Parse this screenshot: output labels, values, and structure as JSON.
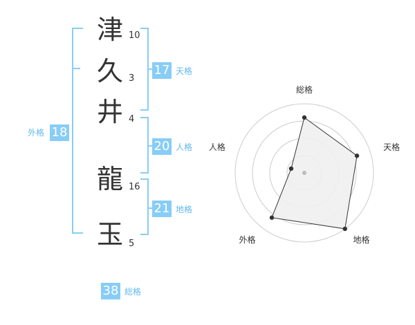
{
  "name_chars": [
    {
      "char": "津",
      "strokes": "10"
    },
    {
      "char": "久",
      "strokes": "3"
    },
    {
      "char": "井",
      "strokes": "4"
    },
    {
      "char": "龍",
      "strokes": "16"
    },
    {
      "char": "玉",
      "strokes": "5"
    }
  ],
  "kaku": {
    "tenkaku": {
      "value": "17",
      "label": "天格"
    },
    "jinkaku": {
      "value": "20",
      "label": "人格"
    },
    "chikaku": {
      "value": "21",
      "label": "地格"
    },
    "gaikaku": {
      "value": "18",
      "label": "外格"
    },
    "soukaku": {
      "value": "38",
      "label": "総格"
    }
  },
  "chart_data": {
    "type": "radar",
    "axes": [
      "総格",
      "天格",
      "地格",
      "外格",
      "人格"
    ],
    "values": [
      0.8,
      0.8,
      1.0,
      0.8,
      0.2
    ],
    "range": [
      0,
      1
    ],
    "rings": 4,
    "colors": {
      "fill": "#f0f0f0",
      "stroke": "#333333",
      "ring": "#cccccc",
      "center": "#bbbbbb"
    }
  }
}
